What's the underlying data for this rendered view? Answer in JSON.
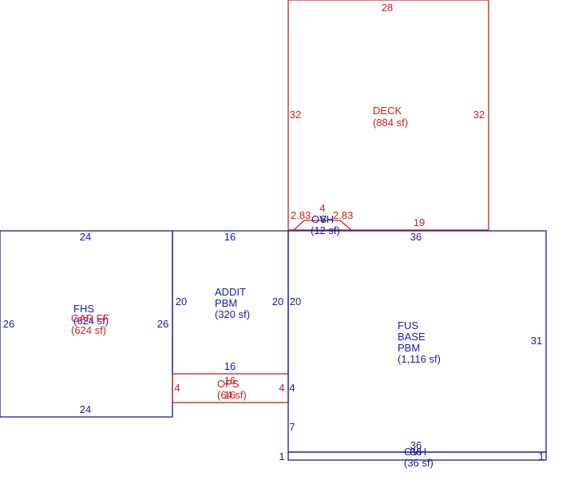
{
  "colors": {
    "blue": "#1a1aa8",
    "red": "#d21c1c",
    "background": "#ffffff"
  },
  "sketch": {
    "deck": {
      "label": "DECK",
      "area": "(884 sf)",
      "dim_top": "28",
      "dim_left": "32",
      "dim_right": "32",
      "dim_bottom": "19",
      "dim_angle_left": "2.83",
      "dim_angle_right": "2.83",
      "dim_angle_top": "4"
    },
    "ovh_top": {
      "label": "OVH",
      "area": "(12 sf)",
      "dim": "8"
    },
    "fhs": {
      "label": "FHS",
      "area": "(624 sf)",
      "dim_top": "24",
      "dim_bottom": "24",
      "dim_left": "26",
      "dim_right": "26"
    },
    "garage": {
      "label": "GAR FF",
      "area": "(624 sf)"
    },
    "addit": {
      "label1": "ADDIT",
      "label2": "PBM",
      "area": "(320 sf)",
      "dim_top": "16",
      "dim_left": "20",
      "dim_right": "20",
      "dim_bottom": "16"
    },
    "ops": {
      "label": "OPS",
      "area": "(64 sf)",
      "dim_top": "16",
      "dim_left": "4",
      "dim_right": "4",
      "overlap_label": "OH",
      "overlap_area": "(64 sf)",
      "overlap_dim": "16"
    },
    "fus": {
      "label1": "FUS",
      "label2": "BASE",
      "label3": "PBM",
      "area": "(1,116 sf)",
      "dim_top": "36",
      "dim_right": "31",
      "dim_left_a": "20",
      "dim_left_b": "4",
      "dim_left_c": "7"
    },
    "ovh_bottom": {
      "label": "OVH",
      "area": "(36 sf)",
      "dim_top": "36",
      "dim_left": "1",
      "dim_right": "1",
      "overlap_dim": "36"
    }
  }
}
